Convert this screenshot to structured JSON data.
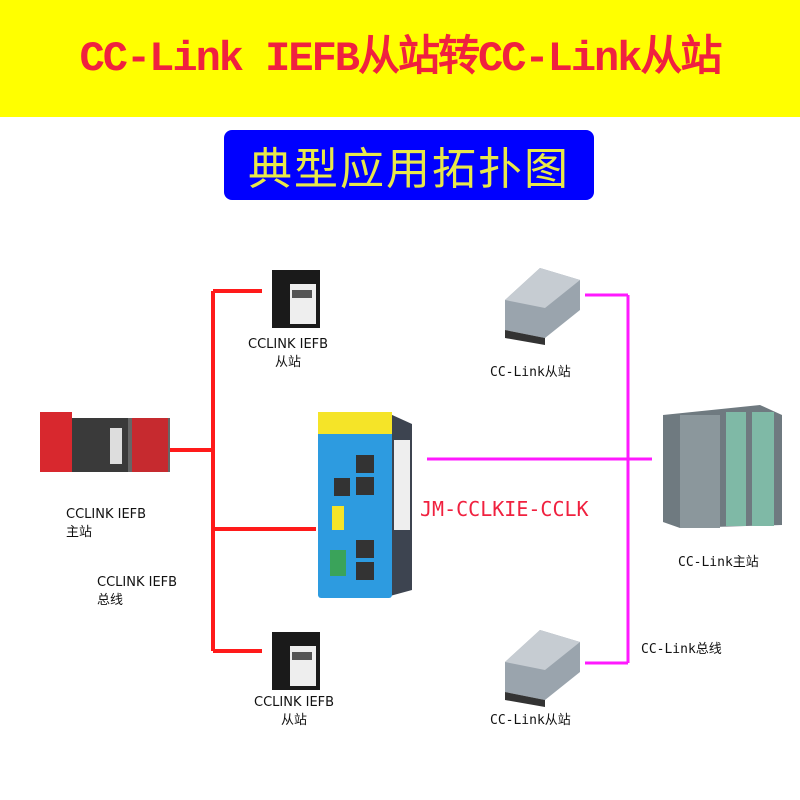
{
  "title": "CC-Link IEFB从站转CC-Link从站",
  "subtitle": "典型应用拓扑图",
  "model": "JM-CCLKIE-CCLK",
  "labels": {
    "iefb_slave_top": [
      "CCLINK IEFB",
      "从站"
    ],
    "iefb_master": [
      "CCLINK IEFB",
      "主站"
    ],
    "iefb_bus": [
      "CCLINK IEFB",
      "总线"
    ],
    "iefb_slave_bottom": [
      "CCLINK IEFB",
      "从站"
    ],
    "cclink_slave_top": "CC-Link从站",
    "cclink_master": "CC-Link主站",
    "cclink_bus": "CC-Link总线",
    "cclink_slave_bottom": "CC-Link从站"
  },
  "colors": {
    "banner": "#ffff00",
    "title": "#f0213f",
    "subtitle_bg": "#0000ff",
    "subtitle_text": "#e8e84a",
    "iefb_line": "#ff1a1a",
    "cclink_line": "#ff19ff"
  }
}
